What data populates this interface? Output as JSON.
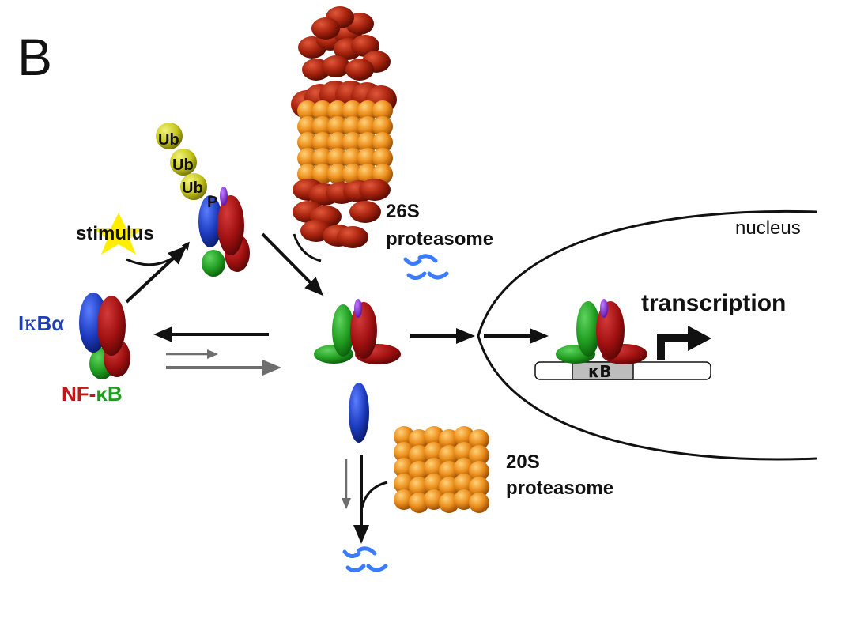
{
  "panel_label": "B",
  "labels": {
    "ub_1": "Ub",
    "ub_2": "Ub",
    "ub_3": "Ub",
    "phospho": "P",
    "stimulus": "stimulus",
    "proteasome_26s_line1": "26S",
    "proteasome_26s_line2": "proteasome",
    "nucleus": "nucleus",
    "transcription": "transcription",
    "ikba_prefix": "I",
    "ikba_kappa": "κ",
    "ikba_suffix": "Bα",
    "nfkb_nf": "NF-",
    "nfkb_kb": "κB",
    "kb_site": "κB",
    "proteasome_20s_line1": "20S",
    "proteasome_20s_line2": "proteasome"
  },
  "colors": {
    "ikba_blue": "#1f3fb8",
    "nfkb_red": "#a31212",
    "nfkb_green": "#1f9b1f",
    "ubiquitin_yellow": "#c9c92a",
    "proteasome_orange": "#e8901c",
    "proteasome_cap_red": "#a52a12",
    "peptide_blue": "#3a7bff",
    "stimulus_star": "#ffee00",
    "arrow_black": "#111111",
    "arrow_grey": "#6e6e6e"
  },
  "icons": [
    "stimulus-star-icon",
    "peptide-fragments-icon",
    "transcription-arrow-icon"
  ]
}
